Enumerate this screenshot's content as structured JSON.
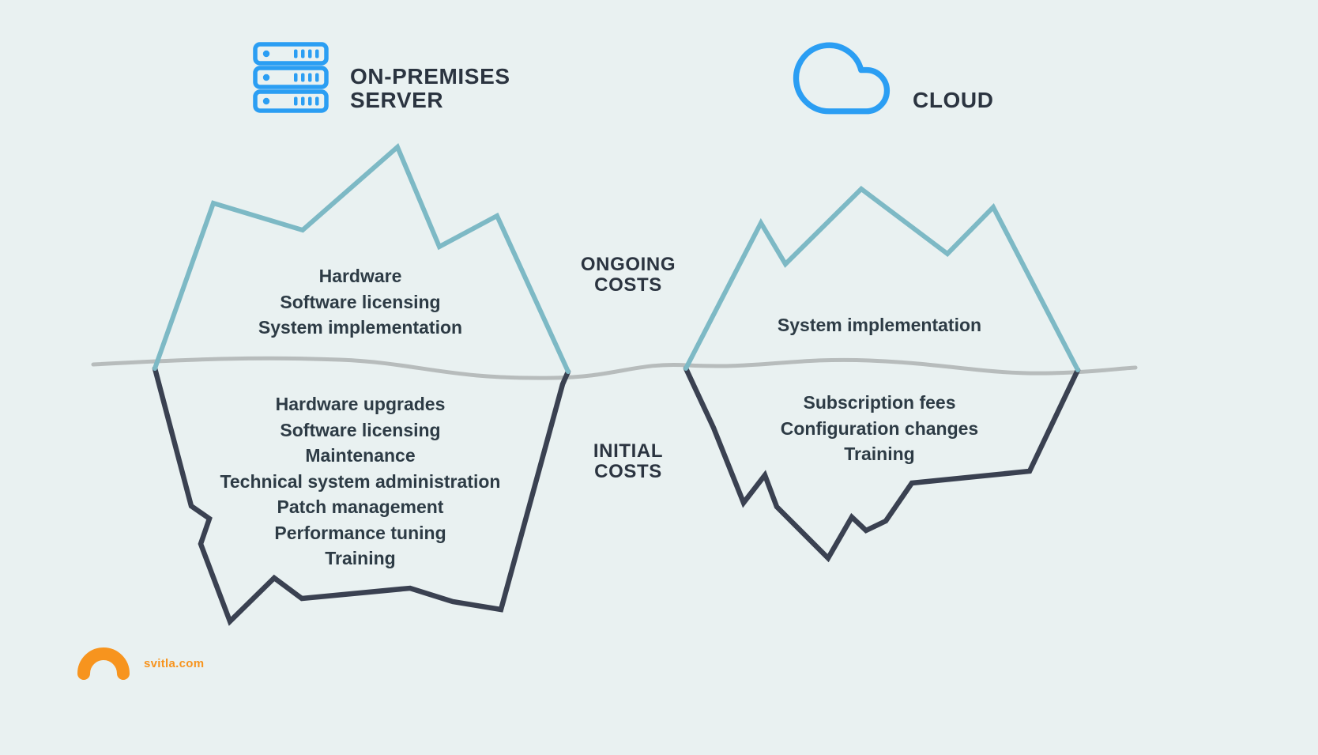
{
  "page": {
    "background": "#e9f1f1"
  },
  "colors": {
    "above_water_teal": "#7db9c5",
    "below_water_navy": "#3a4151",
    "waterline_grey": "#b7bcbc",
    "icon_blue": "#2b9ef3",
    "brand_orange": "#f7941e",
    "text_dark": "#2c3540"
  },
  "left_iceberg": {
    "title_line1": "ON-PREMISES",
    "title_line2": "SERVER",
    "above_items": [
      "Hardware",
      "Software licensing",
      "System implementation"
    ],
    "below_items": [
      "Hardware upgrades",
      "Software licensing",
      "Maintenance",
      "Technical system administration",
      "Patch management",
      "Performance tuning",
      "Training"
    ]
  },
  "right_iceberg": {
    "title": "CLOUD",
    "above_items": [
      "System implementation"
    ],
    "below_items": [
      "Subscription fees",
      "Configuration changes",
      "Training"
    ]
  },
  "center_labels": {
    "ongoing_line1": "ONGOING",
    "ongoing_line2": "COSTS",
    "initial_line1": "INITIAL",
    "initial_line2": "COSTS"
  },
  "footer": {
    "brand": "svitla.com"
  }
}
